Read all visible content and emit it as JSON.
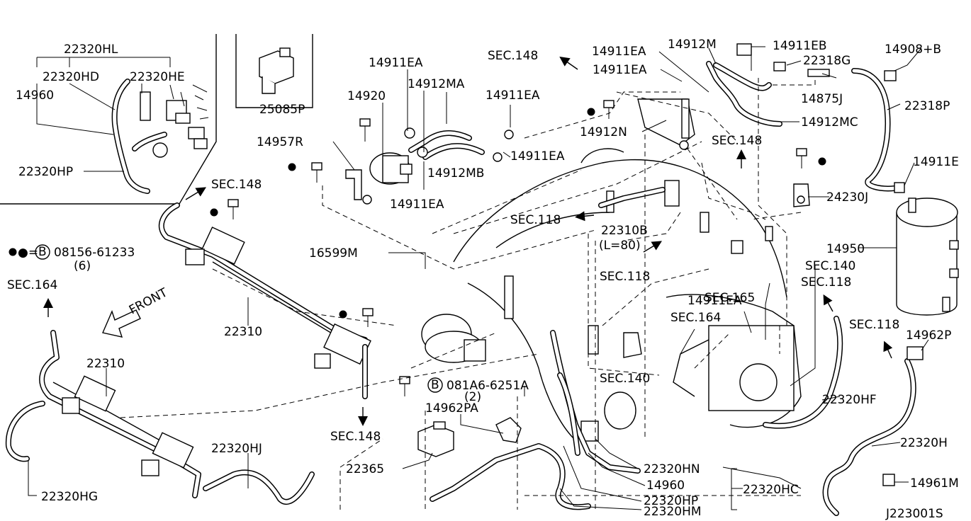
{
  "diagram_id": "J223001S",
  "legend": {
    "symbol_label": "●=",
    "bolt_code": "08156-61233",
    "qty": "(6)"
  },
  "bolt_callout": {
    "code": "081A6-6251A",
    "qty": "(2)"
  },
  "hose_length": "(L=80)",
  "front_label": "FRONT",
  "circled_b": "B",
  "parts": {
    "p22320HL": "22320HL",
    "p22320HD": "22320HD",
    "p22320HE": "22320HE",
    "p14960_inset": "14960",
    "p22320HP_inset": "22320HP",
    "p25085P": "25085P",
    "p14911EA_a": "14911EA",
    "p14912MA": "14912MA",
    "p14920": "14920",
    "p14911EA_b": "14911EA",
    "p14957R": "14957R",
    "p14911EA_c": "14911EA",
    "p14912MB": "14912MB",
    "p14911EA_d": "14911EA",
    "p14911EA_e": "14911EA",
    "p14912M": "14912M",
    "p14911EA_f": "14911EA",
    "p14911EB": "14911EB",
    "p22318G": "22318G",
    "p14908B": "14908+B",
    "p14875J": "14875J",
    "p22318P": "22318P",
    "p14912MC": "14912MC",
    "p14912N": "14912N",
    "p14911E": "14911E",
    "p24230J": "24230J",
    "p14950": "14950",
    "p22310B": "22310B",
    "p16599M": "16599M",
    "p14911EA_g": "14911EA",
    "p22310_a": "22310",
    "p22310_b": "22310",
    "p14962P": "14962P",
    "p22320HF": "22320HF",
    "p14962PA": "14962PA",
    "p22320H": "22320H",
    "p22365": "22365",
    "p22320HJ": "22320HJ",
    "p22320HG": "22320HG",
    "p22320HN": "22320HN",
    "p14960": "14960",
    "p22320HP": "22320HP",
    "p22320HM": "22320HM",
    "p22320HC": "22320HC",
    "p14961M": "14961M"
  },
  "sections": {
    "s148_a": "SEC.148",
    "s148_b": "SEC.148",
    "s148_c": "SEC.148",
    "s148_d": "SEC.148",
    "s118_a": "SEC.118",
    "s118_b": "SEC.118",
    "s118_c": "SEC.118",
    "s118_d": "SEC.118",
    "s140_a": "SEC.140",
    "s140_b": "SEC.140",
    "s164_a": "SEC.164",
    "s164_b": "SEC.164",
    "s165": "SEC.165"
  }
}
